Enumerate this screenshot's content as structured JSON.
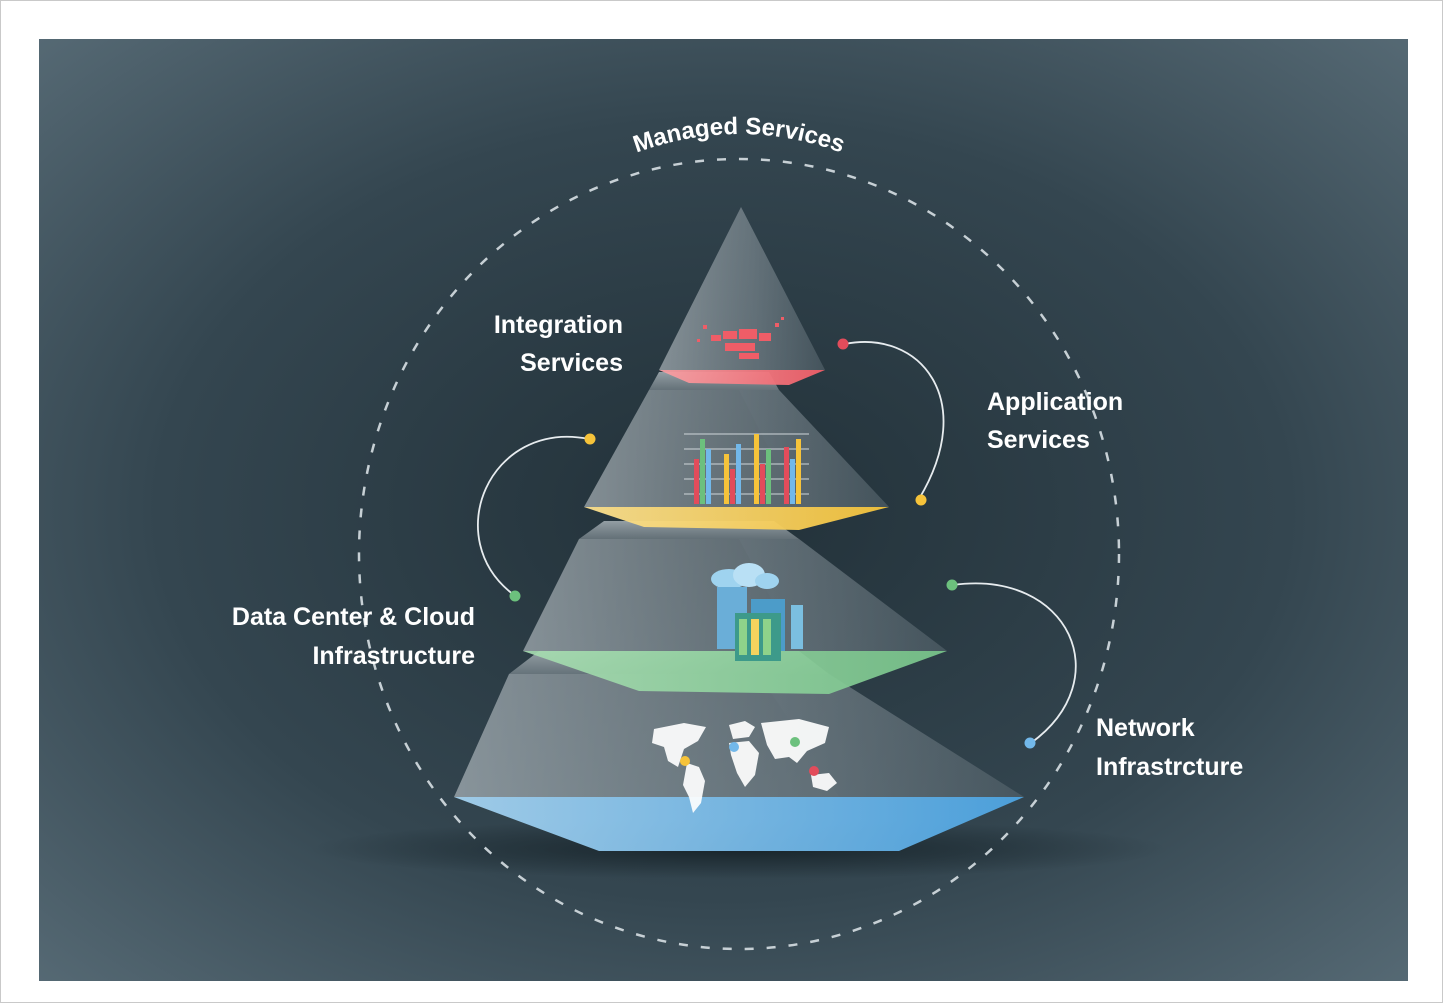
{
  "title": "Managed Services",
  "layers": [
    {
      "id": "integration",
      "line1": "Integration",
      "line2": "Services",
      "color": "#f26b73"
    },
    {
      "id": "application",
      "line1": "Application",
      "line2": "Services",
      "color": "#f7c948"
    },
    {
      "id": "datacenter",
      "line1": "Data Center & Cloud",
      "line2": "Infrastructure",
      "color": "#7cc98e"
    },
    {
      "id": "network",
      "line1": "Network",
      "line2": "Infrastrcture",
      "color": "#5fb1e8"
    }
  ],
  "connector_colors": {
    "integration": "#e24c5b",
    "application": "#f6c33a",
    "datacenter": "#6cc07d",
    "network": "#72b8ea"
  },
  "background": {
    "inner": "#283842",
    "outer": "#566a75"
  },
  "icons": [
    "handshake-icon",
    "bar-chart-icon",
    "cloud-building-icon",
    "world-map-icon"
  ]
}
